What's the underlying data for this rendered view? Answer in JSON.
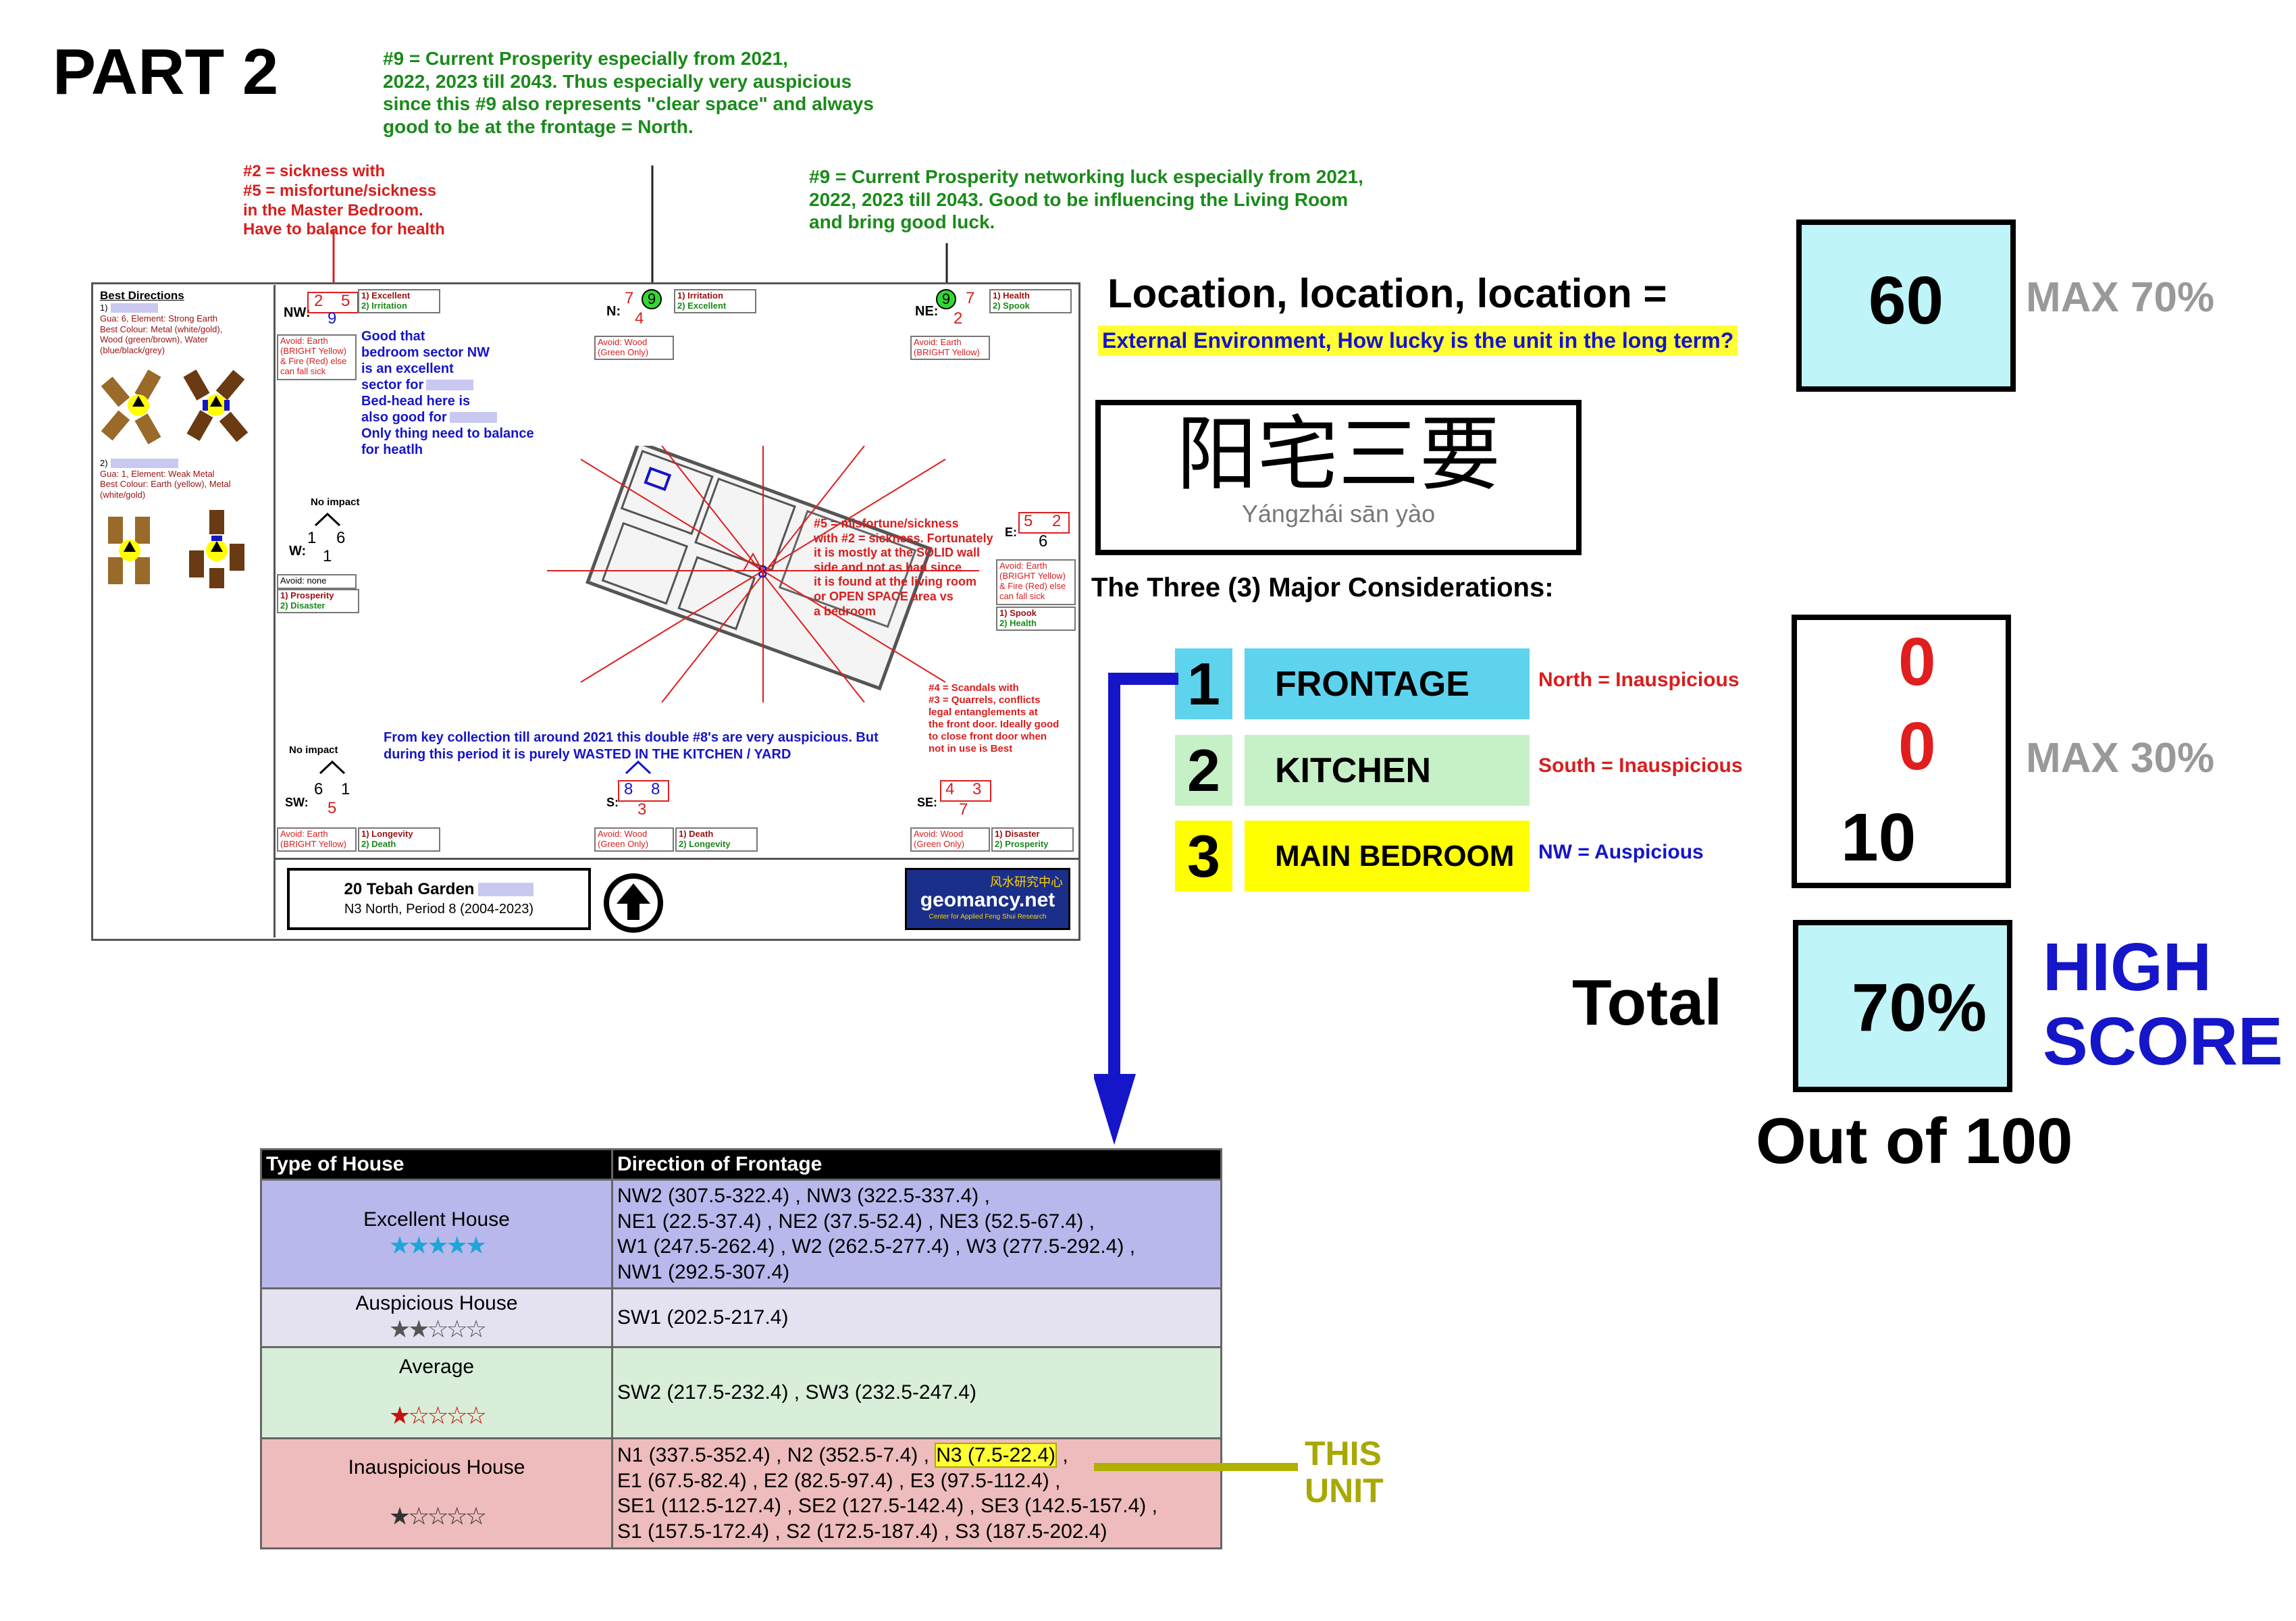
{
  "part_title": "PART 2",
  "notes": {
    "top_green": [
      "#9 = Current Prosperity especially from 2021,",
      "2022, 2023 till 2043. Thus especially very auspicious",
      "since this #9 also represents \"clear space\" and always",
      "good to be at the frontage = North."
    ],
    "ne_green": [
      "#9 = Current Prosperity networking luck especially from 2021,",
      "2022, 2023 till 2043. Good to be influencing the Living Room",
      "and bring good luck."
    ],
    "nw_red": [
      "#2 = sickness with",
      "#5 = misfortune/sickness",
      "in the Master Bedroom.",
      "Have to balance for health"
    ],
    "good_blue": [
      "Good that",
      "bedroom sector NW",
      "is an excellent",
      "sector for",
      "Bed-head here is",
      "also good for",
      "Only thing need to balance",
      "for heatlh"
    ],
    "east_red": [
      "#5 = misfortune/sickness",
      "with #2 = sickness. Fortunately",
      "it is mostly at the SOLID wall",
      "side and not as bad since",
      "it is found at the living room",
      "or OPEN SPACE area vs",
      "a bedroom"
    ],
    "se_red": [
      "#4 = Scandals with",
      "#3 = Quarrels, conflicts",
      "legal entanglements at",
      "the front door. Ideally good",
      "to close front door when",
      "not in use is Best"
    ],
    "south_blue": [
      "From key collection till around 2021 this double #8's are very auspicious. But",
      "during this period it is purely WASTED IN THE KITCHEN / YARD"
    ]
  },
  "chart": {
    "best_directions_title": "Best Directions",
    "bd1": [
      "1)",
      "Gua: 6, Element: Strong Earth",
      "Best Colour: Metal (white/gold),",
      "Wood (green/brown), Water",
      "(blue/black/grey)"
    ],
    "bd2": [
      "2)",
      "Gua: 1, Element: Weak Metal",
      "Best Colour: Earth (yellow), Metal",
      "(white/gold)"
    ],
    "nw": {
      "label": "NW:",
      "a": "2",
      "b": "5",
      "c": "9",
      "s1": "1) Excellent",
      "s2": "2) Irritation",
      "avoid": [
        "Avoid: Earth",
        "(BRIGHT Yellow)",
        "& Fire (Red) else",
        "can fall sick"
      ]
    },
    "n": {
      "label": "N:",
      "a": "7",
      "b": "9",
      "c": "4",
      "s1": "1) Irritation",
      "s2": "2) Excellent",
      "avoid": [
        "Avoid: Wood",
        "(Green Only)"
      ]
    },
    "ne": {
      "label": "NE:",
      "a": "9",
      "b": "7",
      "c": "2",
      "s1": "1) Health",
      "s2": "2) Spook",
      "avoid": [
        "Avoid: Earth",
        "(BRIGHT Yellow)"
      ]
    },
    "w": {
      "label": "W:",
      "a": "1",
      "b": "6",
      "c": "1",
      "top": "No impact",
      "avoid": "Avoid: none",
      "s1": "1) Prosperity",
      "s2": "2) Disaster"
    },
    "e": {
      "label": "E:",
      "a": "5",
      "b": "2",
      "c": "6",
      "avoid": [
        "Avoid: Earth",
        "(BRIGHT Yellow)",
        "& Fire (Red) else",
        "can fall sick"
      ],
      "s1": "1) Spook",
      "s2": "2) Health"
    },
    "sw": {
      "label": "SW:",
      "a": "6",
      "b": "1",
      "c": "5",
      "top": "No impact",
      "avoid": [
        "Avoid: Earth",
        "(BRIGHT Yellow)"
      ],
      "s1": "1) Longevity",
      "s2": "2) Death"
    },
    "s": {
      "label": "S:",
      "a": "8",
      "b": "8",
      "c": "3",
      "avoid": [
        "Avoid: Wood",
        "(Green Only)"
      ],
      "s1": "1) Death",
      "s2": "2) Longevity"
    },
    "se": {
      "label": "SE:",
      "a": "4",
      "b": "3",
      "c": "7",
      "avoid": [
        "Avoid: Wood",
        "(Green Only)"
      ],
      "s1": "1) Disaster",
      "s2": "2) Prosperity"
    },
    "center": "8",
    "address_title": "20 Tebah Garden",
    "address_sub": "N3 North, Period 8 (2004-2023)",
    "logo_top": "风水研究中心",
    "logo_main": "geomancy.net",
    "logo_sub": "Center for Applied Feng Shui Research"
  },
  "location": {
    "heading": "Location, location, location =",
    "subheading": "External Environment, How lucky is the unit in the long term?",
    "score": "60",
    "max": "MAX 70%"
  },
  "chinese": {
    "characters": "阳宅三要",
    "pinyin": "Yángzhái sān yào"
  },
  "three_title": "The Three (3) Major Considerations:",
  "considerations": [
    {
      "num": "1",
      "label": "FRONTAGE",
      "note": "North = Inauspicious",
      "score": "0"
    },
    {
      "num": "2",
      "label": "KITCHEN",
      "note": "South = Inauspicious",
      "score": "0"
    },
    {
      "num": "3",
      "label": "MAIN BEDROOM",
      "note": "NW = Auspicious",
      "score": "10"
    }
  ],
  "max30": "MAX 30%",
  "total": {
    "label": "Total",
    "value": "70%",
    "verdict1": "HIGH",
    "verdict2": "SCORE",
    "out_of": "Out of 100"
  },
  "table": {
    "headers": [
      "Type of House",
      "Direction of Frontage"
    ],
    "rows": [
      {
        "type": "Excellent House",
        "stars": "★★★★★",
        "dirs": [
          "NW2 (307.5-322.4) , NW3 (322.5-337.4) ,",
          "NE1 (22.5-37.4) , NE2 (37.5-52.4) , NE3 (52.5-67.4) ,",
          "W1 (247.5-262.4) , W2 (262.5-277.4) , W3 (277.5-292.4) ,",
          "NW1 (292.5-307.4)"
        ]
      },
      {
        "type": "Auspicious House",
        "stars": "★★☆☆☆",
        "dirs": [
          "SW1 (202.5-217.4)"
        ]
      },
      {
        "type": "Average",
        "stars": "★☆☆☆☆",
        "dirs": [
          "SW2 (217.5-232.4) , SW3 (232.5-247.4)"
        ]
      },
      {
        "type": "Inauspicious House",
        "stars": "★☆☆☆☆",
        "dirs_a": "N1 (337.5-352.4) , N2 (352.5-7.4) , ",
        "dirs_hl": "N3 (7.5-22.4)",
        "dirs_b": " ,",
        "dirs": [
          "E1 (67.5-82.4) , E2 (82.5-97.4) , E3 (97.5-112.4) ,",
          "SE1 (112.5-127.4) , SE2 (127.5-142.4) , SE3 (142.5-157.4) ,",
          "S1 (157.5-172.4) , S2 (172.5-187.4) , S3 (187.5-202.4)"
        ]
      }
    ],
    "this_unit": [
      "THIS",
      "UNIT"
    ]
  },
  "colors": {
    "cyan": "#bff4f8",
    "frontage": "#5ed3ee",
    "kitchen": "#c6f0c6",
    "bedroom": "#ffff00",
    "yellow_hl": "#ffff33",
    "excellent": "#b8b8ec",
    "auspicious": "#e4e2f0",
    "average": "#d8eed8",
    "inauspicious": "#eebcbc",
    "olive": "#aaaa00"
  }
}
